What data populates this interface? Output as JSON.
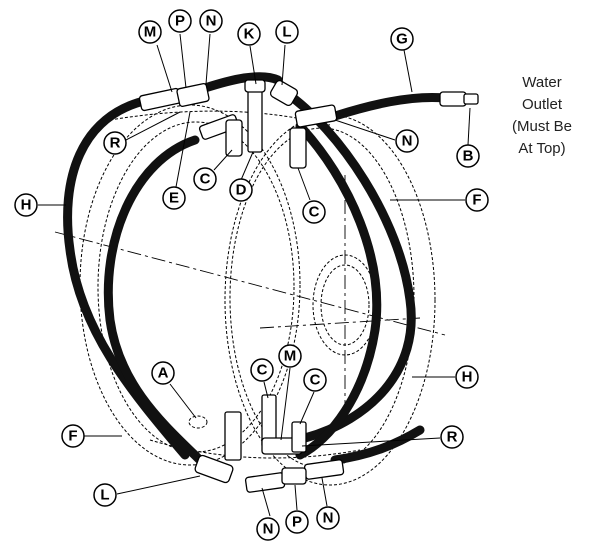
{
  "note": {
    "lines": [
      "Water",
      "Outlet",
      "(Must Be",
      "At Top)"
    ]
  },
  "callouts": [
    {
      "id": "M1",
      "letter": "M"
    },
    {
      "id": "P1",
      "letter": "P"
    },
    {
      "id": "N1",
      "letter": "N"
    },
    {
      "id": "K1",
      "letter": "K"
    },
    {
      "id": "L1",
      "letter": "L"
    },
    {
      "id": "G1",
      "letter": "G"
    },
    {
      "id": "R1",
      "letter": "R"
    },
    {
      "id": "N2",
      "letter": "N"
    },
    {
      "id": "B1",
      "letter": "B"
    },
    {
      "id": "C1",
      "letter": "C"
    },
    {
      "id": "E1",
      "letter": "E"
    },
    {
      "id": "D1",
      "letter": "D"
    },
    {
      "id": "H1",
      "letter": "H"
    },
    {
      "id": "F1",
      "letter": "F"
    },
    {
      "id": "C2",
      "letter": "C"
    },
    {
      "id": "C3",
      "letter": "C"
    },
    {
      "id": "M2",
      "letter": "M"
    },
    {
      "id": "C4",
      "letter": "C"
    },
    {
      "id": "H2",
      "letter": "H"
    },
    {
      "id": "A1",
      "letter": "A"
    },
    {
      "id": "F2",
      "letter": "F"
    },
    {
      "id": "R2",
      "letter": "R"
    },
    {
      "id": "L2",
      "letter": "L"
    },
    {
      "id": "N3",
      "letter": "N"
    },
    {
      "id": "P2",
      "letter": "P"
    },
    {
      "id": "N4",
      "letter": "N"
    }
  ]
}
